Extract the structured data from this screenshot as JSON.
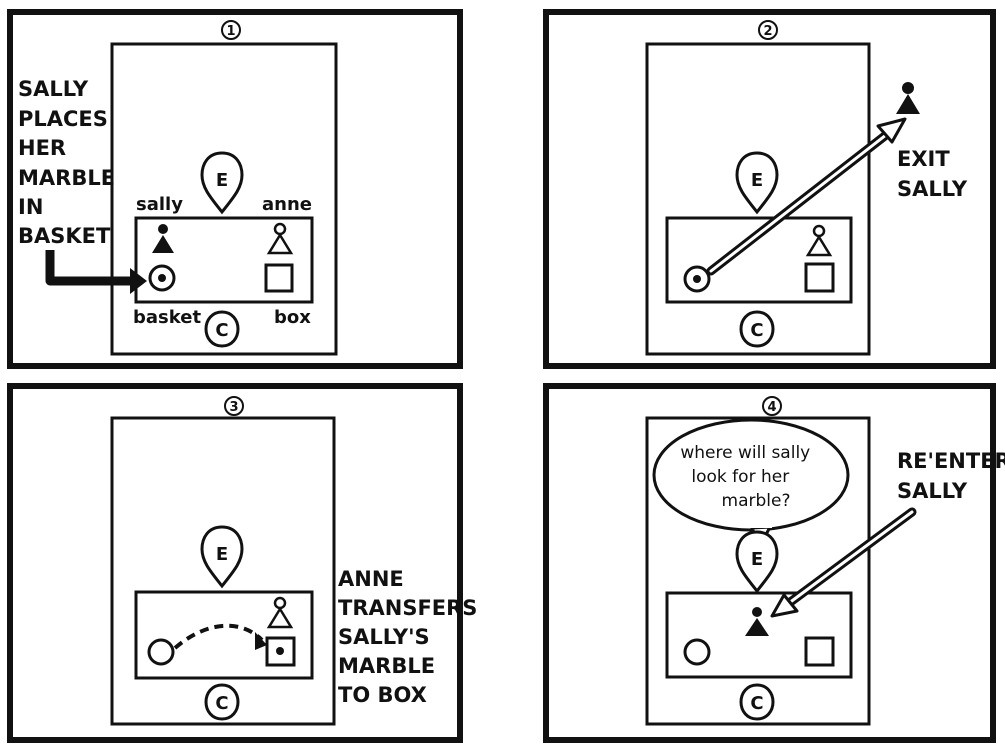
{
  "panels": [
    {
      "number": "1",
      "caption": [
        "SALLY",
        "PLACES",
        "HER",
        "MARBLE",
        "IN",
        "BASKET"
      ],
      "labels": {
        "sally": "sally",
        "anne": "anne",
        "basket": "basket",
        "box": "box"
      }
    },
    {
      "number": "2",
      "caption": [
        "EXIT",
        "SALLY"
      ]
    },
    {
      "number": "3",
      "caption": [
        "ANNE",
        "TRANSFERS",
        "SALLY'S",
        "MARBLE",
        "TO BOX"
      ]
    },
    {
      "number": "4",
      "caption": [
        "RE'ENTER",
        "SALLY"
      ],
      "speech": [
        "where will sally",
        "look for her",
        "marble?"
      ]
    }
  ],
  "figures": {
    "experimenter_letter": "E",
    "child_letter": "C"
  },
  "colors": {
    "ink": "#111111",
    "background": "#ffffff"
  }
}
